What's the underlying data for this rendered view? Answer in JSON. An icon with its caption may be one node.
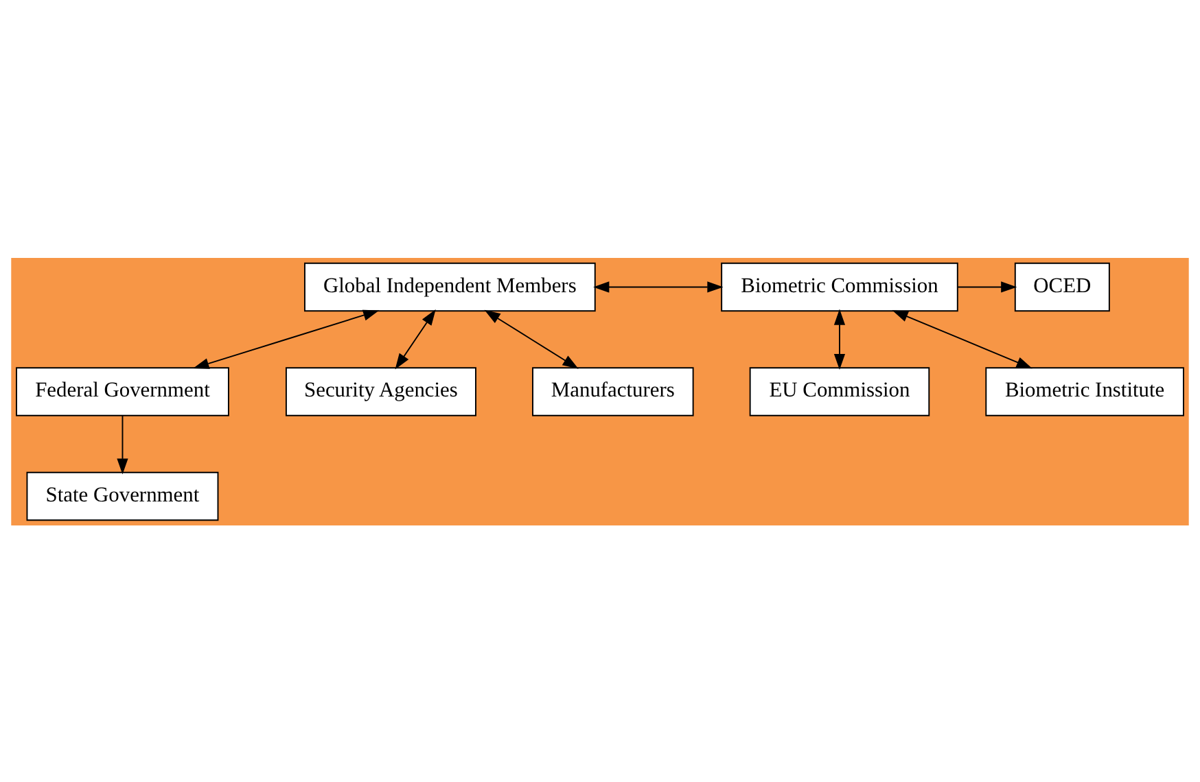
{
  "diagram": {
    "nodes": [
      {
        "text": [
          "Global Independent Members"
        ]
      },
      {
        "text": [
          "Biometric Commission"
        ]
      },
      {
        "text": [
          "OCED"
        ]
      },
      {
        "text": [
          "EU Commission"
        ]
      },
      {
        "text": [
          "Federal Government"
        ]
      },
      {
        "text": [
          "Biometric Institute"
        ]
      },
      {
        "text": [
          "State Government"
        ]
      },
      {
        "text": [
          "Security Agencies"
        ]
      },
      {
        "text": [
          "Manufacturers"
        ]
      }
    ],
    "edges": [
      {
        "from": 0,
        "to": 1,
        "arrow": "both"
      },
      {
        "from": 1,
        "to": 2,
        "arrow": "to"
      },
      {
        "from": 1,
        "to": 3,
        "arrow": "both"
      },
      {
        "from": 1,
        "to": 5,
        "arrow": "both"
      },
      {
        "from": 0,
        "to": 4,
        "arrow": "both"
      },
      {
        "from": 4,
        "to": 6,
        "arrow": "to"
      },
      {
        "from": 0,
        "to": 7,
        "arrow": "both"
      },
      {
        "from": 0,
        "to": 8,
        "arrow": "both"
      }
    ]
  }
}
